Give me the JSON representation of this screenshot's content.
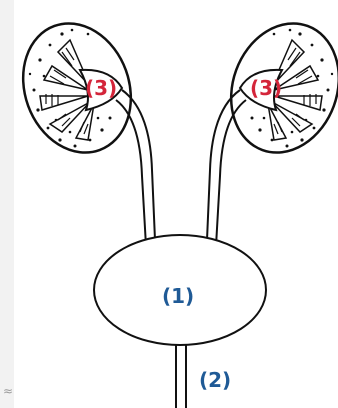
{
  "labels": {
    "left_kidney": "(3)",
    "right_kidney": "(3)",
    "bladder": "(1)",
    "urethra": "(2)"
  },
  "corner_mark": "≈",
  "colors": {
    "background": "#f2f2f2",
    "panel": "#ffffff",
    "outline": "#111111",
    "kidney_label": "#d4253a",
    "organ_label": "#1f5a96"
  }
}
